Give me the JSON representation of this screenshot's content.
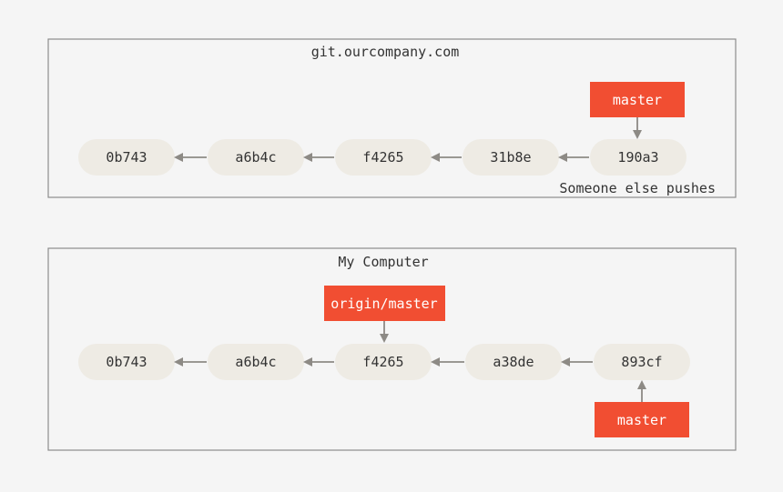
{
  "colors": {
    "background": "#f5f5f5",
    "panel_border": "#8c8c8c",
    "commit_fill": "#eeebe4",
    "commit_text": "#333333",
    "branch_fill": "#f14e32",
    "branch_text": "#ffffff",
    "arrow": "#8d8a85",
    "label_text": "#333333"
  },
  "remote": {
    "title": "git.ourcompany.com",
    "note": "Someone else pushes",
    "commits": [
      "0b743",
      "a6b4c",
      "f4265",
      "31b8e",
      "190a3"
    ],
    "branches": [
      {
        "label": "master",
        "target_commit": "190a3"
      }
    ]
  },
  "local": {
    "title": "My Computer",
    "commits": [
      "0b743",
      "a6b4c",
      "f4265",
      "a38de",
      "893cf"
    ],
    "branches": [
      {
        "label": "origin/master",
        "target_commit": "f4265"
      },
      {
        "label": "master",
        "target_commit": "893cf"
      }
    ]
  }
}
